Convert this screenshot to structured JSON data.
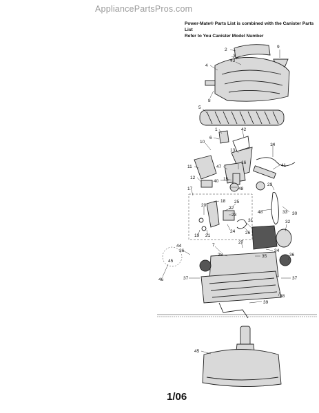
{
  "watermark": "AppliancePartsPros.com",
  "note": {
    "line1": "Power-Mate® Parts List is combined with the Canister Parts List",
    "line2": "Refer to You Canister Model Number"
  },
  "footer": "1/06",
  "callouts": {
    "c2": "2",
    "c3": "3",
    "c4": "4",
    "c43": "43",
    "c9": "9",
    "c8": "8",
    "c5": "5",
    "c1": "1",
    "c42": "42",
    "c6": "6",
    "c10": "10",
    "c13": "13",
    "c14": "14",
    "c41": "41",
    "c11": "11",
    "c47": "47",
    "c16": "16",
    "c12": "12",
    "c40": "40",
    "c15": "15",
    "c48a": "48",
    "c29": "29",
    "c17": "17",
    "c18": "18",
    "c25": "25",
    "c22": "22",
    "c20": "20",
    "c23": "23",
    "c19": "19",
    "c21": "21",
    "c24": "24",
    "c26": "26",
    "c48b": "48",
    "c33": "33",
    "c30": "30",
    "c31": "31",
    "c32": "32",
    "c27": "27",
    "c7": "7",
    "c28": "28",
    "c35": "35",
    "c34": "34",
    "c44": "44",
    "c45a": "45",
    "c36a": "36",
    "c36b": "36",
    "c46": "46",
    "c37a": "37",
    "c37b": "37",
    "c38": "38",
    "c39": "39",
    "c45b": "45"
  }
}
